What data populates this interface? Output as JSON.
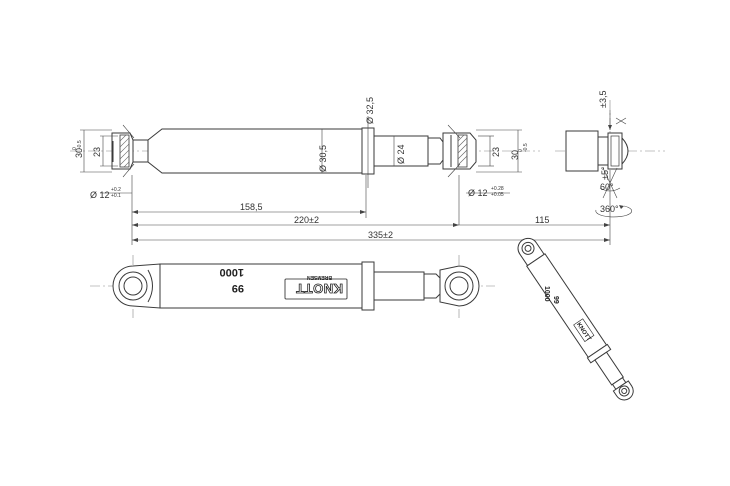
{
  "dimensions": {
    "eye_height": "30",
    "eye_height_tol_upper": "0",
    "eye_height_tol_lower": "-0.5",
    "eye_inner": "23",
    "pin_dia": "Ø 12",
    "pin_tol_upper": "+0.2",
    "pin_tol_lower": "+0.1",
    "pin_tol_upper_right": "+0.28",
    "pin_tol_lower_right": "+0.05",
    "tube_outer": "Ø 32,5",
    "tube_inner": "Ø 30,5",
    "rod_dia": "Ø 24",
    "len_158": "158,5",
    "len_220": "220±2",
    "len_115": "115",
    "len_335": "335±2",
    "play": "±3,5",
    "angle_small": "±5°",
    "angle_60": "60°",
    "rotation": "360°"
  },
  "markings": {
    "part_no": "1000",
    "variant": "99",
    "brand": "KNOTT",
    "brand_sub": "BREMSEN"
  },
  "colors": {
    "line": "#3a3a3a",
    "centerline": "#888888"
  }
}
